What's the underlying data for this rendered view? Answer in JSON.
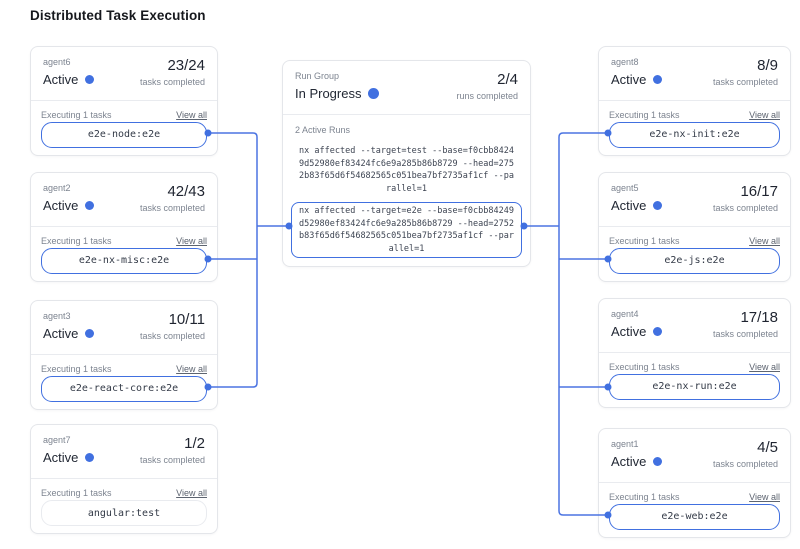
{
  "page_title": "Distributed Task Execution",
  "accent_color": "#4170e0",
  "run_group": {
    "label": "Run Group",
    "status": "In Progress",
    "progress": "2/4",
    "progress_label": "runs completed",
    "active_runs_label": "2 Active Runs",
    "runs": [
      {
        "command": "nx affected --target=test --base=f0cbb84249d52980ef83424fc6e9a285b86b8729 --head=2752b83f65d6f54682565c051bea7bf2735af1cf --parallel=1",
        "highlighted": false
      },
      {
        "command": "nx affected --target=e2e --base=f0cbb84249d52980ef83424fc6e9a285b86b8729 --head=2752b83f65d6f54682565c051bea7bf2735af1cf --parallel=1",
        "highlighted": true
      }
    ]
  },
  "agents_left": [
    {
      "name": "agent6",
      "status": "Active",
      "progress": "23/24",
      "progress_label": "tasks completed",
      "executing_label": "Executing 1 tasks",
      "view_all": "View all",
      "task": "e2e-node:e2e",
      "connected": true
    },
    {
      "name": "agent2",
      "status": "Active",
      "progress": "42/43",
      "progress_label": "tasks completed",
      "executing_label": "Executing 1 tasks",
      "view_all": "View all",
      "task": "e2e-nx-misc:e2e",
      "connected": true
    },
    {
      "name": "agent3",
      "status": "Active",
      "progress": "10/11",
      "progress_label": "tasks completed",
      "executing_label": "Executing 1 tasks",
      "view_all": "View all",
      "task": "e2e-react-core:e2e",
      "connected": true
    },
    {
      "name": "agent7",
      "status": "Active",
      "progress": "1/2",
      "progress_label": "tasks completed",
      "executing_label": "Executing 1 tasks",
      "view_all": "View all",
      "task": "angular:test",
      "connected": false
    }
  ],
  "agents_right": [
    {
      "name": "agent8",
      "status": "Active",
      "progress": "8/9",
      "progress_label": "tasks completed",
      "executing_label": "Executing 1 tasks",
      "view_all": "View all",
      "task": "e2e-nx-init:e2e",
      "connected": true
    },
    {
      "name": "agent5",
      "status": "Active",
      "progress": "16/17",
      "progress_label": "tasks completed",
      "executing_label": "Executing 1 tasks",
      "view_all": "View all",
      "task": "e2e-js:e2e",
      "connected": true
    },
    {
      "name": "agent4",
      "status": "Active",
      "progress": "17/18",
      "progress_label": "tasks completed",
      "executing_label": "Executing 1 tasks",
      "view_all": "View all",
      "task": "e2e-nx-run:e2e",
      "connected": true
    },
    {
      "name": "agent1",
      "status": "Active",
      "progress": "4/5",
      "progress_label": "tasks completed",
      "executing_label": "Executing 1 tasks",
      "view_all": "View all",
      "task": "e2e-web:e2e",
      "connected": true
    }
  ]
}
